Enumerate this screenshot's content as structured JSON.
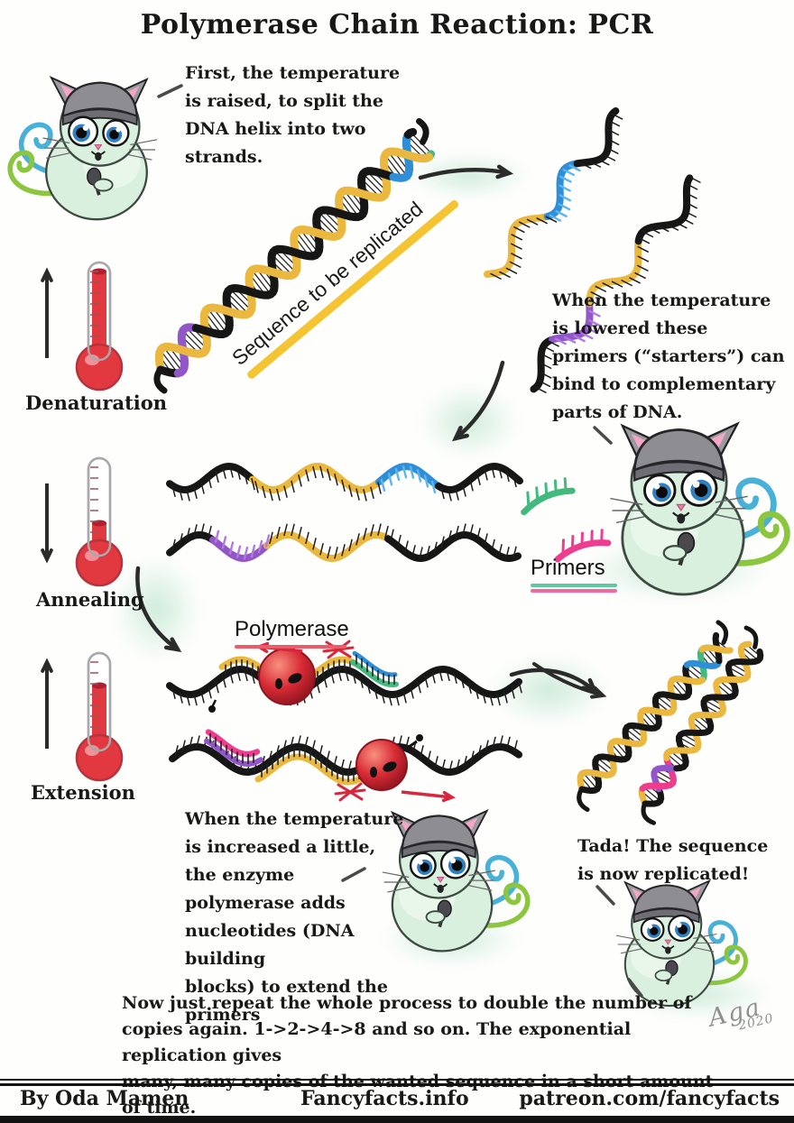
{
  "title": "Polymerase Chain Reaction: PCR",
  "stage_labels": {
    "denaturation": "Denaturation",
    "annealing": "Annealing",
    "extension": "Extension"
  },
  "diagram_labels": {
    "sequence": "Sequence to be replicated",
    "primers": "Primers",
    "polymerase": "Polymerase"
  },
  "texts": {
    "intro": [
      "First, the temperature",
      "is raised, to split the",
      "DNA helix into two",
      "strands."
    ],
    "annealing": [
      "When the temperature",
      "is lowered these",
      "primers (“starters”) can",
      "bind to complementary",
      "parts of DNA."
    ],
    "extension": [
      "When the temperature",
      "is increased a little,",
      "the enzyme",
      "polymerase adds",
      "nucleotides (DNA building",
      "blocks) to extend the primers"
    ],
    "result": [
      "Tada! The sequence",
      "is now replicated!"
    ],
    "repeat": [
      "Now just repeat the whole process to double the number of",
      "copies again. 1->2->4->8 and so on. The exponential replication gives",
      "many, many copies of the wanted sequence in a short amount of time."
    ]
  },
  "signature": {
    "name": "Aga",
    "year": "2020"
  },
  "footer": {
    "author": "By Oda Mamen",
    "website": "Fancyfacts.info",
    "patreon": "patreon.com/fancyfacts"
  },
  "colors": {
    "dna_gold": "#eab83e",
    "dna_black": "#161616",
    "primer_blue": "#2e8fd8",
    "primer_blue_light": "#5db5ec",
    "primer_purple": "#9356c8",
    "primer_purple_light": "#b07ae0",
    "primer_green": "#43b97f",
    "primer_pink": "#ee3d8f",
    "polymerase_red": "#d7263d",
    "thermometer_red": "#e23840",
    "underline_yellow": "#f5c433",
    "underline_green": "#5fc9a1",
    "underline_pink": "#f2679f",
    "underline_red": "#ef5a68",
    "cat_green": "#d9f0de",
    "cat_tail_blue": "#49b0d8",
    "cat_tail_green": "#8cc63f",
    "hat_gray": "#8d8d92",
    "arrow_black": "#2b2b2b"
  }
}
